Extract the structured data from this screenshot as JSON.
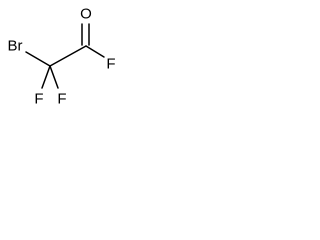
{
  "molecule": {
    "atoms": {
      "bromine": "Br",
      "oxygen": "O",
      "fluorine_acyl": "F",
      "fluorine_left": "F",
      "fluorine_right": "F"
    }
  }
}
